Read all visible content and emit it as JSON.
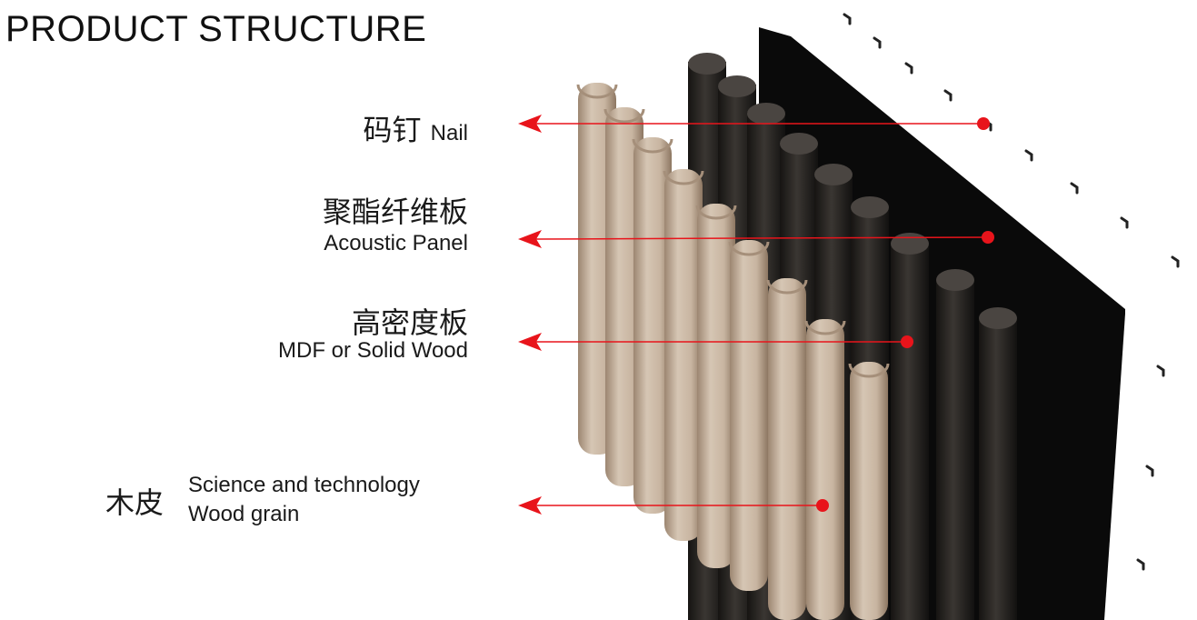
{
  "title": "PRODUCT STRUCTURE",
  "colors": {
    "arrow": "#e8141b",
    "wood": "#cbb9a5",
    "wood_dark": "#a58f7a",
    "felt": "#2a2724",
    "backing": "#0a0a0a"
  },
  "layers": [
    {
      "zh": "码钉",
      "en": "Nail"
    },
    {
      "zh": "聚酯纤维板",
      "en": "Acoustic Panel"
    },
    {
      "zh": "高密度板",
      "en": "MDF or Solid Wood"
    },
    {
      "zh": "木皮",
      "en_line1": "Science and technology",
      "en_line2": "Wood grain"
    }
  ],
  "icons": {
    "arrow": "arrow-left-icon",
    "marker": "red-dot-marker-icon",
    "staple": "staple-icon"
  }
}
